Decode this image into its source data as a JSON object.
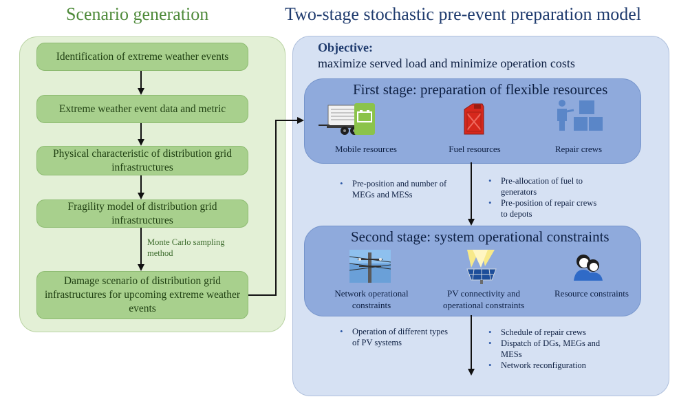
{
  "titles": {
    "left": "Scenario generation",
    "right": "Two-stage stochastic pre-event preparation model"
  },
  "scenario_steps": [
    {
      "label": "Identification of extreme weather events"
    },
    {
      "label": "Extreme weather event data and metric"
    },
    {
      "label": "Physical characteristic of distribution grid infrastructures"
    },
    {
      "label": "Fragility model of distribution grid infrastructures"
    },
    {
      "label": "Damage scenario of distribution grid infrastructures for upcoming extreme weather events"
    }
  ],
  "monte_carlo_label": "Monte Carlo sampling method",
  "objective": {
    "label": "Objective:",
    "text": "maximize served load and minimize operation costs"
  },
  "first_stage": {
    "title": "First stage: preparation of flexible resources",
    "resources": [
      {
        "label": "Mobile resources",
        "icon": "mobile-generator-battery-icon"
      },
      {
        "label": "Fuel resources",
        "icon": "fuel-can-icon"
      },
      {
        "label": "Repair crews",
        "icon": "repair-crew-icon"
      }
    ]
  },
  "first_stage_notes": {
    "left": [
      "Pre-position and number of MEGs and MESs"
    ],
    "right": [
      "Pre-allocation of fuel to generators",
      "Pre-position of repair crews to depots"
    ]
  },
  "second_stage": {
    "title": "Second stage: system operational constraints",
    "constraints": [
      {
        "label": "Network operational constraints",
        "icon": "power-pole-icon"
      },
      {
        "label": "PV connectivity and operational constraints",
        "icon": "solar-panel-icon"
      },
      {
        "label": "Resource constraints",
        "icon": "people-icon"
      }
    ]
  },
  "second_stage_notes": {
    "left": [
      "Operation of different types of PV systems"
    ],
    "right": [
      "Schedule of repair crews",
      "Dispatch of DGs, MEGs and MESs",
      "Network reconfiguration"
    ]
  }
}
